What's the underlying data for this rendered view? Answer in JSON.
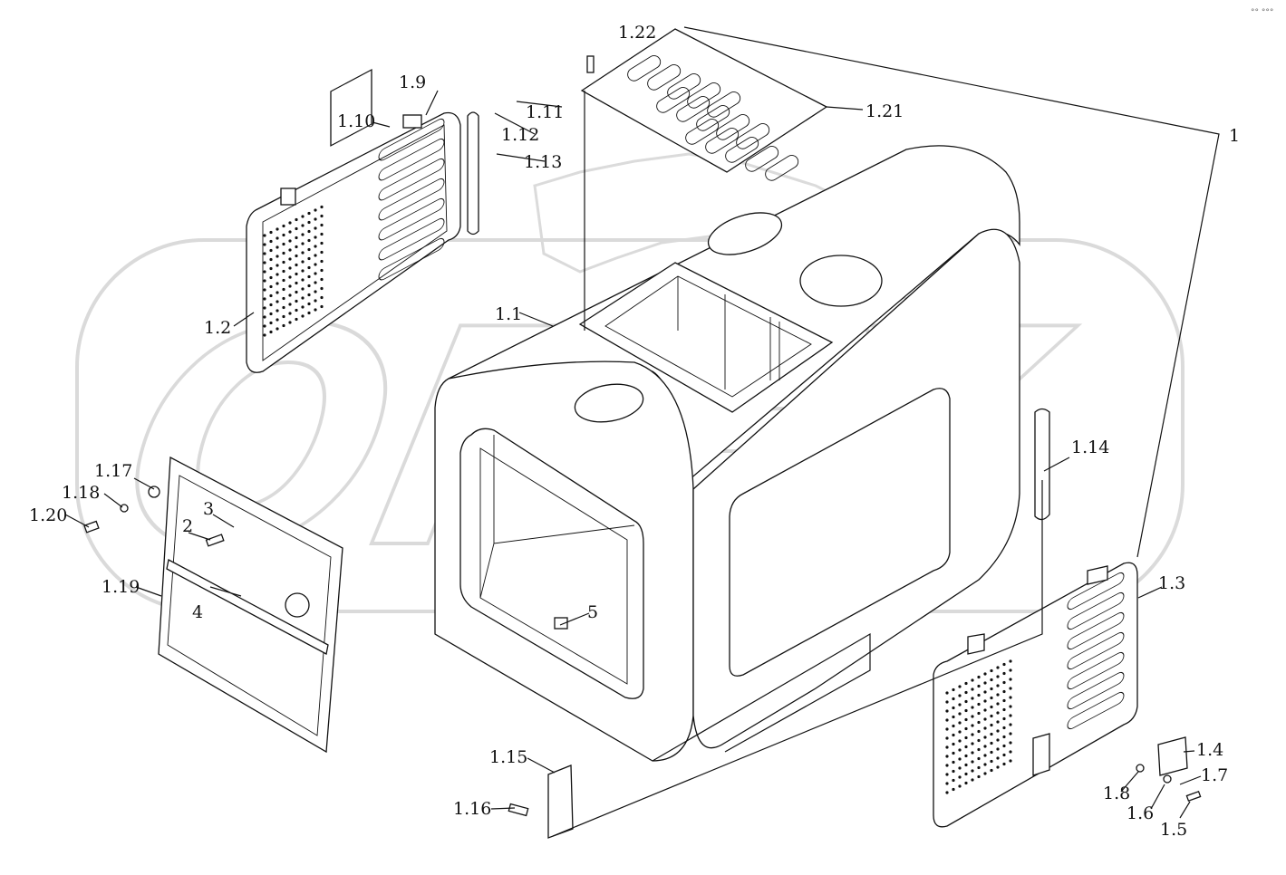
{
  "watermark": {
    "text": "OPEX"
  },
  "corner_mark": "°° °°°",
  "colors": {
    "line": "#111111",
    "background": "#ffffff",
    "watermark": "#bdbdbd"
  },
  "callouts": [
    {
      "id": "c-1",
      "text": "1"
    },
    {
      "id": "c-1-1",
      "text": "1.1"
    },
    {
      "id": "c-1-2",
      "text": "1.2"
    },
    {
      "id": "c-1-3",
      "text": "1.3"
    },
    {
      "id": "c-1-4",
      "text": "1.4"
    },
    {
      "id": "c-1-5",
      "text": "1.5"
    },
    {
      "id": "c-1-6",
      "text": "1.6"
    },
    {
      "id": "c-1-7",
      "text": "1.7"
    },
    {
      "id": "c-1-8",
      "text": "1.8"
    },
    {
      "id": "c-1-9",
      "text": "1.9"
    },
    {
      "id": "c-1-10",
      "text": "1.10"
    },
    {
      "id": "c-1-11",
      "text": "1.11"
    },
    {
      "id": "c-1-12",
      "text": "1.12"
    },
    {
      "id": "c-1-13",
      "text": "1.13"
    },
    {
      "id": "c-1-14",
      "text": "1.14"
    },
    {
      "id": "c-1-15",
      "text": "1.15"
    },
    {
      "id": "c-1-16",
      "text": "1.16"
    },
    {
      "id": "c-1-17",
      "text": "1.17"
    },
    {
      "id": "c-1-18",
      "text": "1.18"
    },
    {
      "id": "c-1-19",
      "text": "1.19"
    },
    {
      "id": "c-1-20",
      "text": "1.20"
    },
    {
      "id": "c-1-21",
      "text": "1.21"
    },
    {
      "id": "c-1-22",
      "text": "1.22"
    },
    {
      "id": "c-2",
      "text": "2"
    },
    {
      "id": "c-3",
      "text": "3"
    },
    {
      "id": "c-4",
      "text": "4"
    },
    {
      "id": "c-5",
      "text": "5"
    }
  ]
}
